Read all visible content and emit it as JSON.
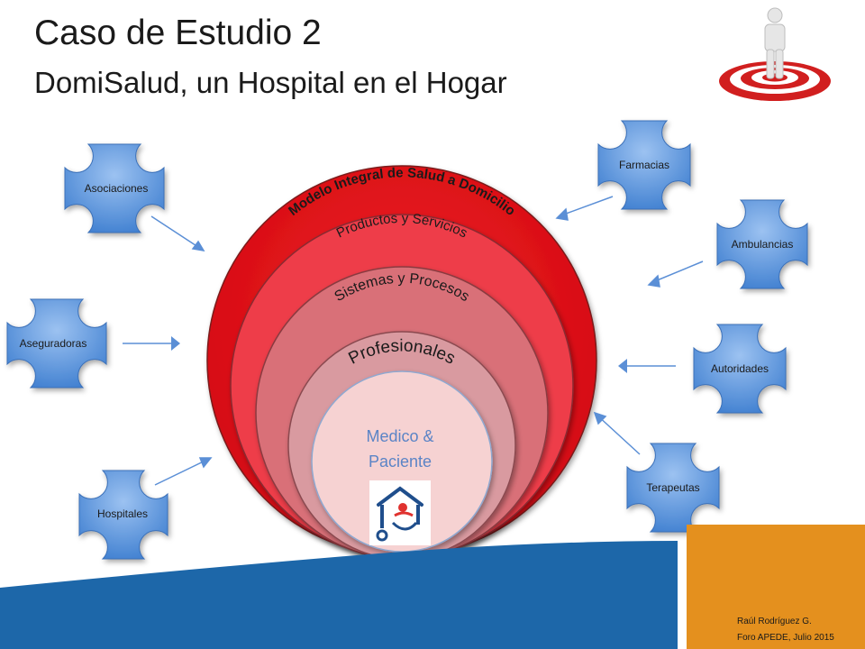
{
  "slide": {
    "title": "Caso de Estudio 2",
    "subtitle": "DomiSalud, un Hospital en el Hogar"
  },
  "rings": {
    "outer": "Modelo Integral de Salud a Domicilio",
    "products": "Productos y Servicios",
    "systems": "Sistemas y Procesos",
    "professionals": "Profesionales",
    "center_line1": "Medico &",
    "center_line2": "Paciente"
  },
  "nodes": {
    "asociaciones": "Asociaciones",
    "aseguradoras": "Aseguradoras",
    "hospitales": "Hospitales",
    "farmacias": "Farmacias",
    "ambulancias": "Ambulancias",
    "autoridades": "Autoridades",
    "terapeutas": "Terapeutas"
  },
  "footer": {
    "author": "Raúl Rodríguez G.",
    "event": "Foro APEDE, Julio 2015"
  },
  "colors": {
    "outer_ring": "#e8121b",
    "products_ring": "#ee3d48",
    "systems_ring": "#d96f78",
    "professionals_ring": "#d99aa0",
    "center": "#f6d2d2",
    "node_fill": "#5b95dc",
    "footer_blue": "#1d67a9",
    "footer_orange": "#e4901e"
  }
}
